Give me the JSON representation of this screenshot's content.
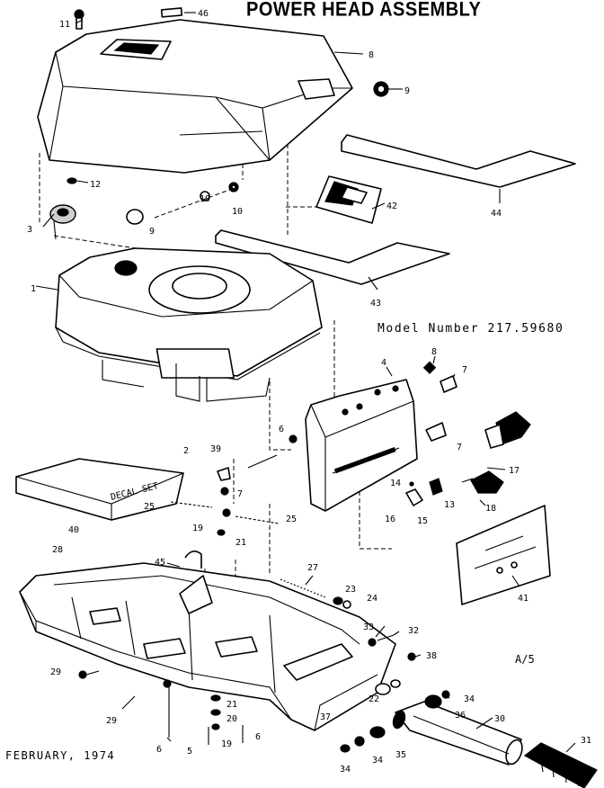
{
  "title": "POWER HEAD ASSEMBLY",
  "model_number": "Model Number 217.59680",
  "date": "FEBRUARY, 1974",
  "page_no": "A/5",
  "decal_text": "DECAL SET",
  "callouts": {
    "c11": "11",
    "c46": "46",
    "c8a": "8",
    "c9a": "9",
    "c12": "12",
    "c10a": "10",
    "c10b": "10",
    "c9b": "9",
    "c3": "3",
    "c42": "42",
    "c44": "44",
    "c1": "1",
    "c43": "43",
    "c8b": "8",
    "c4": "4",
    "c7a": "7",
    "c7b": "7",
    "c6a": "6",
    "c2": "2",
    "c39": "39",
    "c7c": "7",
    "c17": "17",
    "c14": "14",
    "c13": "13",
    "c18": "18",
    "c16": "16",
    "c15": "15",
    "c40": "40",
    "c25a": "25",
    "c25b": "25",
    "c19": "19",
    "c21a": "21",
    "c28": "28",
    "c45": "45",
    "c27": "27",
    "c23": "23",
    "c24": "24",
    "c41": "41",
    "c33": "33",
    "c32": "32",
    "c38": "38",
    "c29a": "29",
    "c29b": "29",
    "c22": "22",
    "c37": "37",
    "c34a": "34",
    "c36": "36",
    "c30": "30",
    "c31": "31",
    "c21b": "21",
    "c20": "20",
    "c6b": "6",
    "c5": "5",
    "c19b": "19",
    "c6c": "6",
    "c34b": "34",
    "c35": "35",
    "c34c": "34"
  }
}
